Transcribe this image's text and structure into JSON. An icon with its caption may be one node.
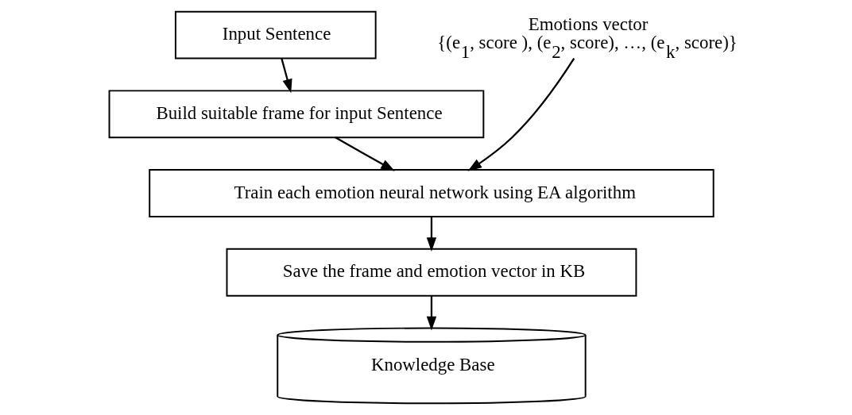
{
  "diagram": {
    "nodes": [
      {
        "text": [
          "Input Sentence"
        ]
      },
      {
        "text": [
          "Emotions vector",
          "{(e$_{1}$, score ), (e$_{2}$, score), …, (e$_{k}$, score)}"
        ]
      },
      {
        "text": [
          "Build suitable frame for input Sentence"
        ]
      },
      {
        "text": [
          "Train each emotion neural network using EA algorithm"
        ]
      },
      {
        "text": [
          "Save the frame and emotion vector in KB"
        ]
      },
      {
        "text": [
          "Knowledge Base"
        ]
      }
    ],
    "edges": [
      {
        "from": 0,
        "to": 2,
        "arrow": "to"
      },
      {
        "from": 2,
        "to": 3,
        "arrow": "to"
      },
      {
        "from": 1,
        "to": 3,
        "arrow": "to"
      },
      {
        "from": 3,
        "to": 4,
        "arrow": "to"
      },
      {
        "from": 4,
        "to": 5,
        "arrow": "to"
      }
    ]
  }
}
